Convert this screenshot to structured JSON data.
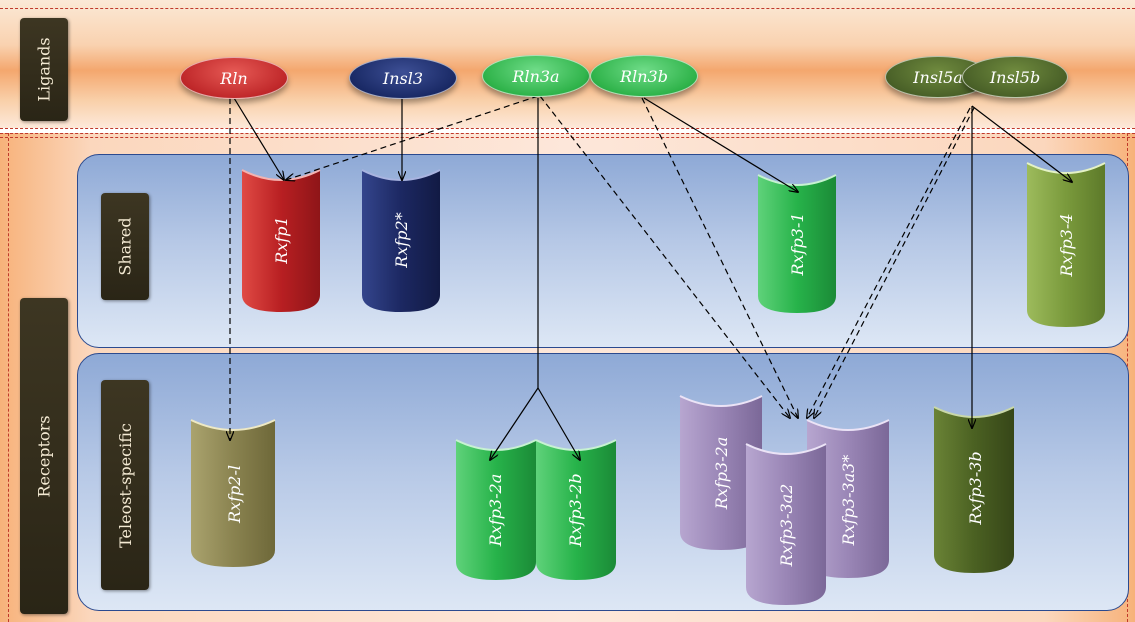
{
  "sections": {
    "ligands": "Ligands",
    "receptors": "Receptors",
    "shared": "Shared",
    "teleost": "Teleost-specific"
  },
  "ligands": [
    {
      "id": "rln",
      "label": "Rln",
      "color": "#c0282a"
    },
    {
      "id": "insl3",
      "label": "Insl3",
      "color": "#1a2a66"
    },
    {
      "id": "rln3a",
      "label": "Rln3a",
      "color": "#2fb34a"
    },
    {
      "id": "rln3b",
      "label": "Rln3b",
      "color": "#2fb34a"
    },
    {
      "id": "insl5a",
      "label": "Insl5a",
      "color": "#4a6128"
    },
    {
      "id": "insl5b",
      "label": "Insl5b",
      "color": "#4a6128"
    }
  ],
  "receptors": {
    "rxfp1": "Rxfp1",
    "rxfp2": "Rxfp2*",
    "rxfp3_1": "Rxfp3-1",
    "rxfp3_4": "Rxfp3-4",
    "rxfp2_l": "Rxfp2-l",
    "rxfp3_2a": "Rxfp3-2a",
    "rxfp3_2b": "Rxfp3-2b",
    "rxfp3_2a_purple": "Rxfp3-2a",
    "rxfp3_3a2": "Rxfp3-3a2",
    "rxfp3_3a3": "Rxfp3-3a3*",
    "rxfp3_3b": "Rxfp3-3b"
  },
  "colors": {
    "red": "#b81f22",
    "navy": "#1c2862",
    "green": "#27b34a",
    "olive_light": "#7a9a3c",
    "khaki": "#8a8350",
    "purple": "#9a86b6",
    "olive_dark": "#4b6122"
  }
}
